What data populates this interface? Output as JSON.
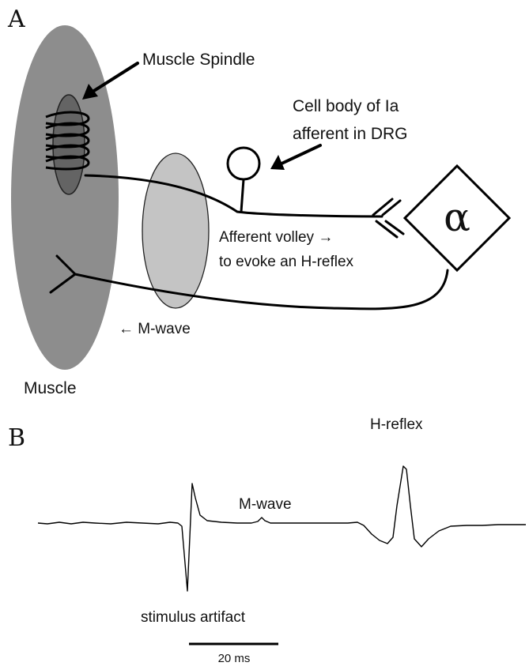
{
  "panel_a": {
    "letter": "A",
    "muscle_spindle_label": "Muscle Spindle",
    "cell_body_label_line1": "Cell body of Ia",
    "cell_body_label_line2": "afferent in DRG",
    "afferent_label_line1": "Afferent volley →",
    "afferent_label_line2": "to evoke an H-reflex",
    "alpha_symbol": "α",
    "m_wave_label": "← M-wave",
    "muscle_label": "Muscle"
  },
  "panel_b": {
    "letter": "B",
    "h_reflex_label": "H-reflex",
    "m_wave_label": "M-wave",
    "stimulus_label": "stimulus artifact",
    "scale_label": "20 ms"
  },
  "colors": {
    "muscle": "#8d8d8d",
    "spindle": "#646464",
    "stimulator": "#c4c4c4",
    "ink": "#000000"
  }
}
